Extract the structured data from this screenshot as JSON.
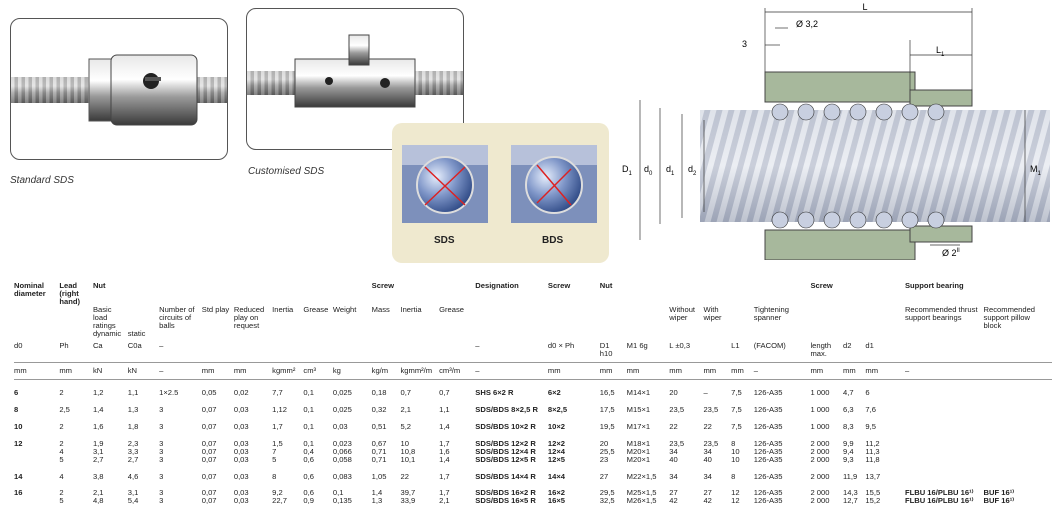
{
  "captions": {
    "standard": "Standard SDS",
    "customised": "Customised SDS",
    "sds": "SDS",
    "bds": "BDS"
  },
  "drawing": {
    "L": "L",
    "d32": "Ø 3,2",
    "three": "3",
    "L1": "L",
    "L1sub": "1",
    "D1": "D",
    "D1sub": "1",
    "d0": "d",
    "d0sub": "0",
    "d1": "d",
    "d1sub": "1",
    "d2": "d",
    "d2sub": "2",
    "M1": "M",
    "M1sub": "1",
    "d2ii": "Ø 2",
    "d2iisup": "II"
  },
  "headers": {
    "row1": {
      "nominal": "Nominal diameter",
      "lead": "Lead (right hand)",
      "nut": "Nut",
      "screw": "Screw",
      "designation": "Designation",
      "screw2": "Screw",
      "nut2": "Nut",
      "screw3": "Screw",
      "support": "Support bearing"
    },
    "row2": {
      "basic": "Basic load ratings",
      "dynamic": "dynamic",
      "static": "static",
      "circuits": "Number of circuits of balls",
      "play": "Std play",
      "reduced": "Reduced play on request",
      "inertia": "Inertia",
      "grease": "Grease",
      "weight": "Weight",
      "mass": "Mass",
      "inertia2": "Inertia",
      "grease2": "Grease",
      "without": "Without wiper",
      "with": "With wiper",
      "spanner": "Tightening spanner",
      "thrust": "Recommended thrust support bearings",
      "pillow": "Recommended support pillow block"
    },
    "row3": {
      "d0": "d0",
      "ph": "Ph",
      "ca": "Ca",
      "coa": "C0a",
      "dash": "–",
      "d0ph": "d0 × Ph",
      "D1": "D1 h10",
      "M1": "M1 6g",
      "L": "L ±0,3",
      "L1": "L1",
      "facom": "(FACOM)",
      "length": "length max.",
      "d2": "d2",
      "d1": "d1"
    },
    "units": [
      "mm",
      "mm",
      "kN",
      "kN",
      "–",
      "mm",
      "mm",
      "kgmm²",
      "cm³",
      "kg",
      "kg/m",
      "kgmm²/m",
      "cm³/m",
      "–",
      "mm",
      "mm",
      "mm",
      "mm",
      "mm",
      "mm",
      "–",
      "mm",
      "mm",
      "mm",
      "–"
    ]
  },
  "rows": [
    {
      "d0": "6",
      "ph": [
        "2"
      ],
      "ca": [
        "1,2"
      ],
      "coa": [
        "1,1"
      ],
      "circ": [
        "1×2.5"
      ],
      "play": [
        "0,05"
      ],
      "red": [
        "0,02"
      ],
      "inertia": [
        "7,7"
      ],
      "grease": [
        "0,1"
      ],
      "weight": [
        "0,025"
      ],
      "mass": [
        "0,18"
      ],
      "inertia2": [
        "0,7"
      ],
      "grease2": [
        "0,7"
      ],
      "des": [
        "SHS 6×2 R"
      ],
      "scr": [
        "6×2"
      ],
      "D1": [
        "16,5"
      ],
      "M1": [
        "M14×1"
      ],
      "L": [
        "20"
      ],
      "Lw": [
        "–"
      ],
      "L1": [
        "7,5"
      ],
      "span": [
        "126-A35"
      ],
      "len": [
        "1 000"
      ],
      "d2": [
        "4,7"
      ],
      "d1": [
        "6"
      ],
      "thrust": [
        ""
      ],
      "pillow": [
        ""
      ]
    },
    {
      "d0": "8",
      "ph": [
        "2,5"
      ],
      "ca": [
        "1,4"
      ],
      "coa": [
        "1,3"
      ],
      "circ": [
        "3"
      ],
      "play": [
        "0,07"
      ],
      "red": [
        "0,03"
      ],
      "inertia": [
        "1,12"
      ],
      "grease": [
        "0,1"
      ],
      "weight": [
        "0,025"
      ],
      "mass": [
        "0,32"
      ],
      "inertia2": [
        "2,1"
      ],
      "grease2": [
        "1,1"
      ],
      "des": [
        "SDS/BDS 8×2,5 R"
      ],
      "scr": [
        "8×2,5"
      ],
      "D1": [
        "17,5"
      ],
      "M1": [
        "M15×1"
      ],
      "L": [
        "23,5"
      ],
      "Lw": [
        "23,5"
      ],
      "L1": [
        "7,5"
      ],
      "span": [
        "126-A35"
      ],
      "len": [
        "1 000"
      ],
      "d2": [
        "6,3"
      ],
      "d1": [
        "7,6"
      ],
      "thrust": [
        ""
      ],
      "pillow": [
        ""
      ]
    },
    {
      "d0": "10",
      "ph": [
        "2"
      ],
      "ca": [
        "1,6"
      ],
      "coa": [
        "1,8"
      ],
      "circ": [
        "3"
      ],
      "play": [
        "0,07"
      ],
      "red": [
        "0,03"
      ],
      "inertia": [
        "1,7"
      ],
      "grease": [
        "0,1"
      ],
      "weight": [
        "0,03"
      ],
      "mass": [
        "0,51"
      ],
      "inertia2": [
        "5,2"
      ],
      "grease2": [
        "1,4"
      ],
      "des": [
        "SDS/BDS 10×2 R"
      ],
      "scr": [
        "10×2"
      ],
      "D1": [
        "19,5"
      ],
      "M1": [
        "M17×1"
      ],
      "L": [
        "22"
      ],
      "Lw": [
        "22"
      ],
      "L1": [
        "7,5"
      ],
      "span": [
        "126-A35"
      ],
      "len": [
        "1 000"
      ],
      "d2": [
        "8,3"
      ],
      "d1": [
        "9,5"
      ],
      "thrust": [
        ""
      ],
      "pillow": [
        ""
      ]
    },
    {
      "d0": "12",
      "ph": [
        "2",
        "4",
        "5"
      ],
      "ca": [
        "1,9",
        "3,1",
        "2,7"
      ],
      "coa": [
        "2,3",
        "3,3",
        "2,7"
      ],
      "circ": [
        "3",
        "3",
        "3"
      ],
      "play": [
        "0,07",
        "0,07",
        "0,07"
      ],
      "red": [
        "0,03",
        "0,03",
        "0,03"
      ],
      "inertia": [
        "1,5",
        "7",
        "5"
      ],
      "grease": [
        "0,1",
        "0,4",
        "0,6"
      ],
      "weight": [
        "0,023",
        "0,066",
        "0,058"
      ],
      "mass": [
        "0,67",
        "0,71",
        "0,71"
      ],
      "inertia2": [
        "10",
        "10,8",
        "10,1"
      ],
      "grease2": [
        "1,7",
        "1,6",
        "1,4"
      ],
      "des": [
        "SDS/BDS 12×2 R",
        "SDS/BDS 12×4 R",
        "SDS/BDS 12×5 R"
      ],
      "scr": [
        "12×2",
        "12×4",
        "12×5"
      ],
      "D1": [
        "20",
        "25,5",
        "23"
      ],
      "M1": [
        "M18×1",
        "M20×1",
        "M20×1"
      ],
      "L": [
        "23,5",
        "34",
        "40"
      ],
      "Lw": [
        "23,5",
        "34",
        "40"
      ],
      "L1": [
        "8",
        "10",
        "10"
      ],
      "span": [
        "126-A35",
        "126-A35",
        "126-A35"
      ],
      "len": [
        "2 000",
        "2 000",
        "2 000"
      ],
      "d2": [
        "9,9",
        "9,4",
        "9,3"
      ],
      "d1": [
        "11,2",
        "11,3",
        "11,8"
      ],
      "thrust": [
        "",
        "",
        ""
      ],
      "pillow": [
        "",
        "",
        ""
      ]
    },
    {
      "d0": "14",
      "ph": [
        "4"
      ],
      "ca": [
        "3,8"
      ],
      "coa": [
        "4,6"
      ],
      "circ": [
        "3"
      ],
      "play": [
        "0,07"
      ],
      "red": [
        "0,03"
      ],
      "inertia": [
        "8"
      ],
      "grease": [
        "0,6"
      ],
      "weight": [
        "0,083"
      ],
      "mass": [
        "1,05"
      ],
      "inertia2": [
        "22"
      ],
      "grease2": [
        "1,7"
      ],
      "des": [
        "SDS/BDS 14×4 R"
      ],
      "scr": [
        "14×4"
      ],
      "D1": [
        "27"
      ],
      "M1": [
        "M22×1,5"
      ],
      "L": [
        "34"
      ],
      "Lw": [
        "34"
      ],
      "L1": [
        "8"
      ],
      "span": [
        "126-A35"
      ],
      "len": [
        "2 000"
      ],
      "d2": [
        "11,9"
      ],
      "d1": [
        "13,7"
      ],
      "thrust": [
        ""
      ],
      "pillow": [
        ""
      ]
    },
    {
      "d0": "16",
      "ph": [
        "2",
        "5"
      ],
      "ca": [
        "2,1",
        "4,8"
      ],
      "coa": [
        "3,1",
        "5,4"
      ],
      "circ": [
        "3",
        "3"
      ],
      "play": [
        "0,07",
        "0,07"
      ],
      "red": [
        "0,03",
        "0,03"
      ],
      "inertia": [
        "9,2",
        "22,7"
      ],
      "grease": [
        "0,6",
        "0,9"
      ],
      "weight": [
        "0,1",
        "0,135"
      ],
      "mass": [
        "1,4",
        "1,3"
      ],
      "inertia2": [
        "39,7",
        "33,9"
      ],
      "grease2": [
        "1,7",
        "2,1"
      ],
      "des": [
        "SDS/BDS 16×2 R",
        "SDS/BDS 16×5 R"
      ],
      "scr": [
        "16×2",
        "16×5"
      ],
      "D1": [
        "29,5",
        "32,5"
      ],
      "M1": [
        "M25×1,5",
        "M26×1,5"
      ],
      "L": [
        "27",
        "42"
      ],
      "Lw": [
        "27",
        "42"
      ],
      "L1": [
        "12",
        "12"
      ],
      "span": [
        "126-A35",
        "126-A35"
      ],
      "len": [
        "2 000",
        "2 000"
      ],
      "d2": [
        "14,3",
        "12,7"
      ],
      "d1": [
        "15,5",
        "15,2"
      ],
      "thrust": [
        "FLBU 16/PLBU 16¹⁾",
        "FLBU 16/PLBU 16¹⁾"
      ],
      "pillow": [
        "BUF 16¹⁾",
        "BUF 16¹⁾"
      ]
    }
  ]
}
